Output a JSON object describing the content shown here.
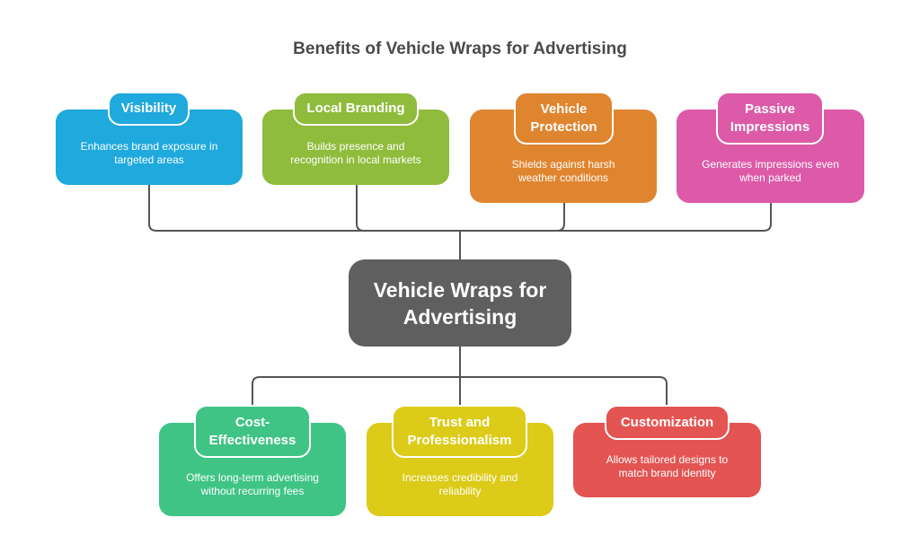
{
  "title": "Benefits of Vehicle Wraps for Advertising",
  "center": "Vehicle Wraps for Advertising",
  "top": [
    {
      "label": "Visibility",
      "desc": "Enhances brand exposure in targeted areas",
      "color": "#1fa9dd"
    },
    {
      "label": "Local Branding",
      "desc": "Builds presence and recognition in local markets",
      "color": "#8fbc3c"
    },
    {
      "label": "Vehicle Protection",
      "desc": "Shields against harsh weather conditions",
      "color": "#e0852f"
    },
    {
      "label": "Passive Impressions",
      "desc": "Generates impressions even when parked",
      "color": "#dc5aa8"
    }
  ],
  "bottom": [
    {
      "label": "Cost-Effectiveness",
      "desc": "Offers long-term advertising without recurring fees",
      "color": "#3fc486"
    },
    {
      "label": "Trust and Professionalism",
      "desc": "Increases credibility and reliability",
      "color": "#dccb18"
    },
    {
      "label": "Customization",
      "desc": "Allows tailored designs to match brand identity",
      "color": "#e35452"
    }
  ]
}
